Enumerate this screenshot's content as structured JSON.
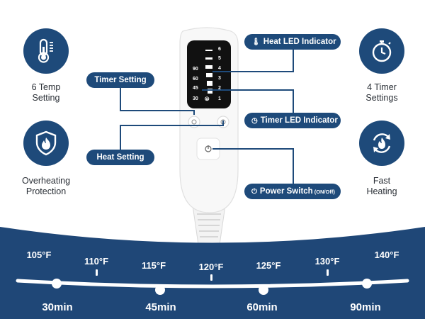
{
  "features": {
    "temp": {
      "label": "6 Temp\nSetting",
      "icon": "thermometer-icon"
    },
    "overheat": {
      "label": "Overheating\nProtection",
      "icon": "shield-flame-icon"
    },
    "timer": {
      "label": "4 Timer\nSettings",
      "icon": "stopwatch-icon"
    },
    "fast": {
      "label": "Fast\nHeating",
      "icon": "cycle-flame-icon"
    }
  },
  "callouts": {
    "heat_led": "Heat LED Indicator",
    "timer_setting": "Timer Setting",
    "timer_led": "Timer LED Indicator",
    "heat_setting": "Heat Setting",
    "power_switch": "Power Switch",
    "power_switch_sub": "(ON/Off)"
  },
  "remote": {
    "heat_levels": [
      "6",
      "5",
      "4",
      "3",
      "2",
      "1"
    ],
    "timer_levels": [
      "90",
      "60",
      "45",
      "30"
    ]
  },
  "scale": {
    "temperatures": [
      "105°F",
      "110°F",
      "115°F",
      "120°F",
      "125°F",
      "130°F",
      "140°F"
    ],
    "timers": [
      "30min",
      "45min",
      "60min",
      "90min"
    ]
  },
  "colors": {
    "brand": "#1e4a7a",
    "band": "#1f4777"
  }
}
